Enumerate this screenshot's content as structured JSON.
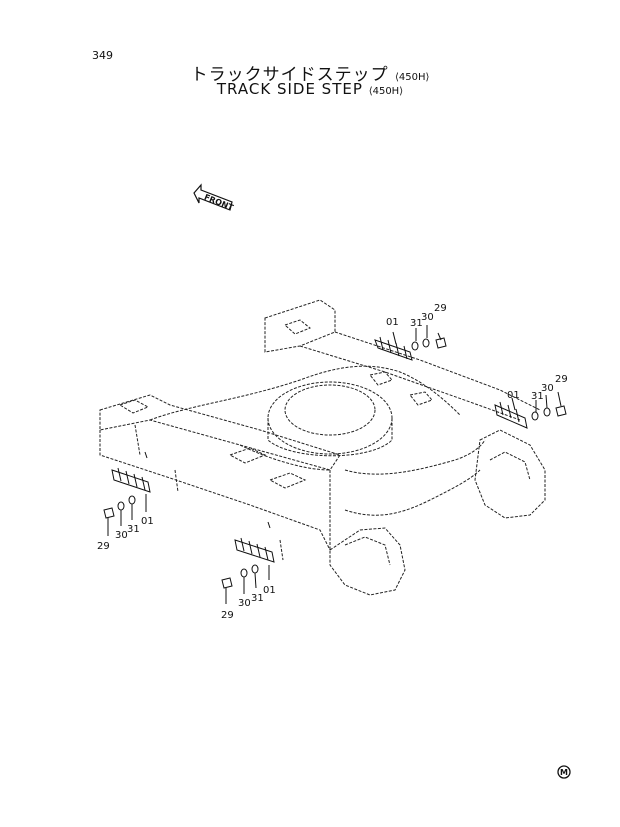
{
  "page_number": "349",
  "title_jp": "トラックサイドステップ",
  "title_en": "TRACK SIDE STEP",
  "model_code": "⟨450H⟩",
  "front_label": "FRONT",
  "corner_mark": "M",
  "callouts": [
    {
      "group": "rear-right",
      "items": [
        "01",
        "31",
        "30",
        "29"
      ]
    },
    {
      "group": "mid-right",
      "items": [
        "01",
        "31",
        "30",
        "29"
      ]
    },
    {
      "group": "left-front",
      "items": [
        "29",
        "30",
        "31",
        "01"
      ]
    },
    {
      "group": "left-rear",
      "items": [
        "29",
        "30",
        "31",
        "01"
      ]
    }
  ]
}
